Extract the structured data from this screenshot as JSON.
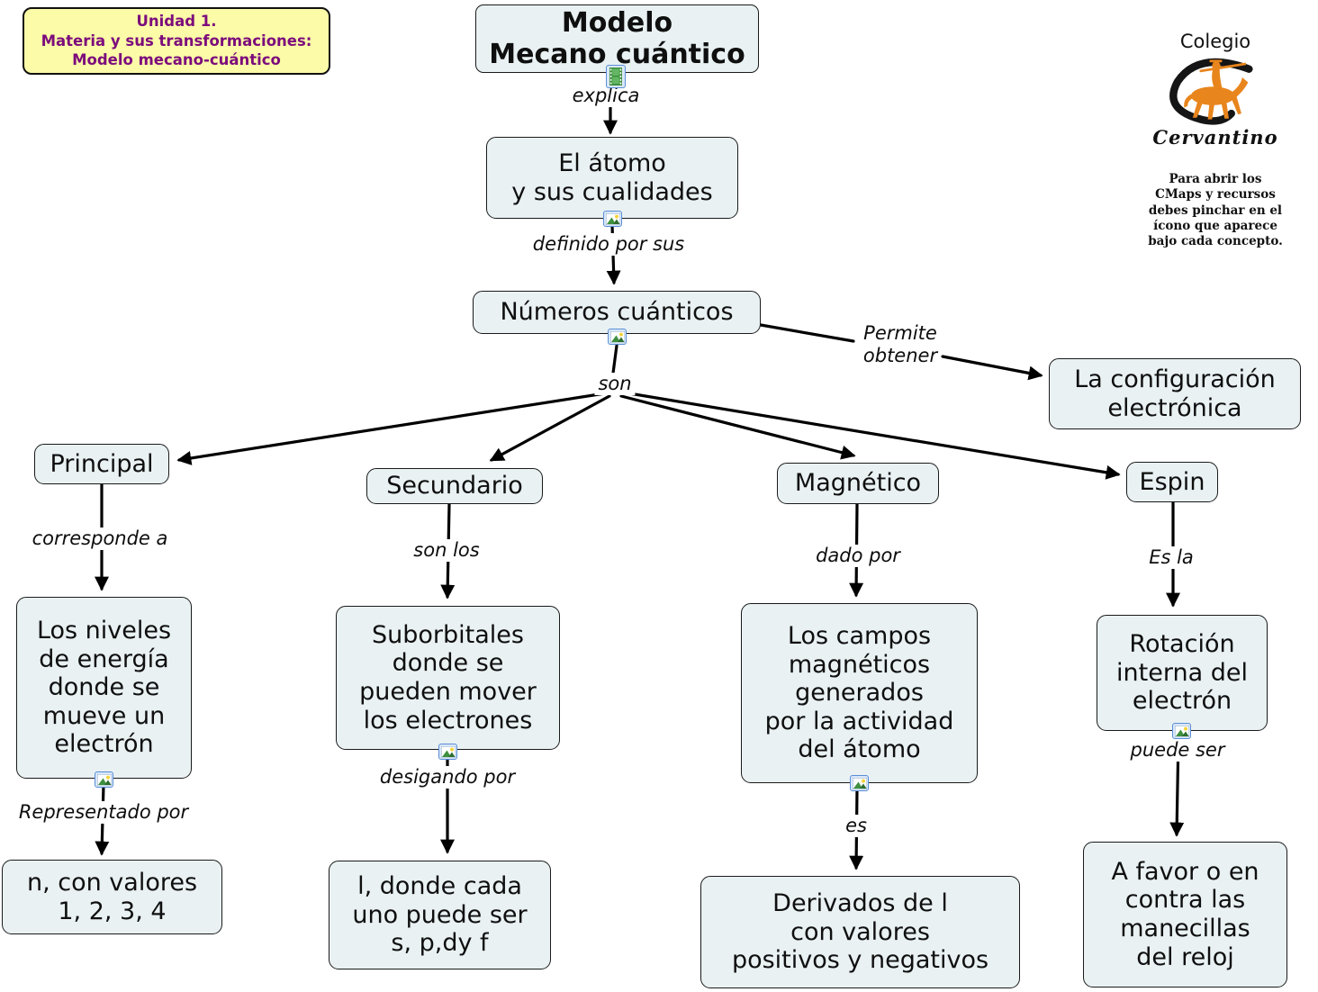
{
  "header": {
    "unit_box": {
      "text": "Unidad 1.\nMateria y sus transformaciones:\nModelo mecano-cuántico"
    },
    "logo": {
      "school": "Colegio",
      "name": "Cervantino",
      "note": "Para abrir los\nCMaps y  recursos\ndebes pinchar en el\nícono que aparece\nbajo cada concepto."
    }
  },
  "map": {
    "nodes": {
      "title": "Modelo\nMecano cuántico",
      "atom": "El átomo\ny sus cualidades",
      "quantum_numbers": "Números cuánticos",
      "config": "La configuración\nelectrónica",
      "principal": "Principal",
      "secundario": "Secundario",
      "magnetico": "Magnético",
      "espin": "Espin",
      "niveles": "Los niveles\nde energía\ndonde se\nmueve un\nelectrón",
      "suborbitales": "Suborbitales\ndonde se\npueden mover\nlos electrones",
      "campos": "Los campos\nmagnéticos\ngenerados\npor la actividad\ndel átomo",
      "rotacion": "Rotación\ninterna del\nelectrón",
      "n_valores": "n, con valores\n1, 2, 3, 4",
      "l_valores": "l, donde cada\nuno puede ser\ns, p,dy f",
      "derivados": "Derivados de l\ncon valores\npositivos y negativos",
      "favor_reloj": "A favor o en\ncontra las\nmanecillas\ndel reloj"
    },
    "links": {
      "explica": "explica",
      "definido_por_sus": "definido por sus",
      "permite_obtener": "Permite\nobtener",
      "son": "son",
      "corresponde_a": "corresponde a",
      "son_los": "son los",
      "dado_por": "dado por",
      "es_la": "Es la",
      "representado_por": "Representado por",
      "desigando_por": "desigando por",
      "es": "es",
      "puede_ser": "puede ser"
    }
  },
  "colors": {
    "node_fill": "#e9f1f3",
    "node_border": "#1a1a1a",
    "unit_bg": "#fbfba8",
    "unit_text": "#7c0c7c",
    "line_color": "#000000",
    "logo_orange": "#e8851c",
    "icon_bg": "#d9e7f8",
    "icon_border": "#5b8ed6"
  }
}
